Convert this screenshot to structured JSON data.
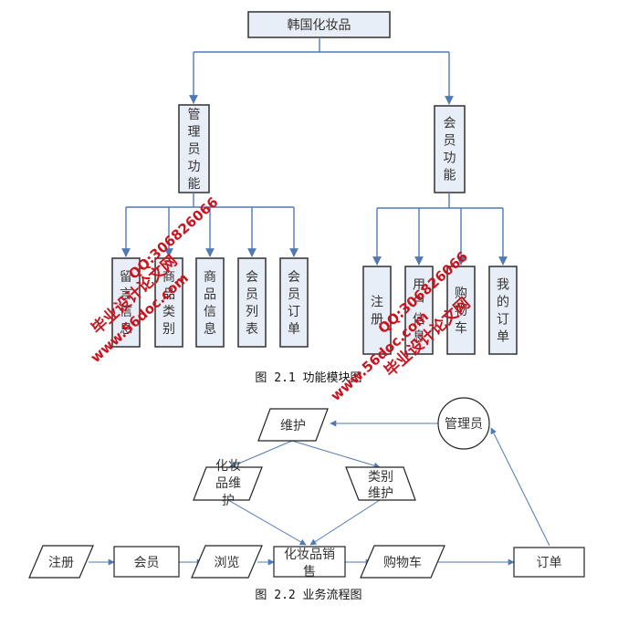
{
  "figure1": {
    "root": "韩国化妆品",
    "branches": [
      {
        "label": "管理员功能",
        "children": [
          "留言信息",
          "商品类别",
          "商品信息",
          "会员列表",
          "会员订单"
        ]
      },
      {
        "label": "会员功能",
        "children": [
          "注册",
          "用户信息",
          "购物车",
          "我的订单"
        ]
      }
    ],
    "caption": "图 2.1  功能模块图"
  },
  "figure2": {
    "nodes": {
      "maintain": "维护",
      "admin": "管理员",
      "product_maintain": "化妆品维护",
      "category_maintain": "类别维护",
      "register": "注册",
      "member": "会员",
      "browse": "浏览",
      "sales": "化妆品销售",
      "cart": "购物车",
      "order": "订单"
    },
    "edges": [
      [
        "admin",
        "maintain"
      ],
      [
        "maintain",
        "product_maintain"
      ],
      [
        "maintain",
        "category_maintain"
      ],
      [
        "product_maintain",
        "sales"
      ],
      [
        "category_maintain",
        "sales"
      ],
      [
        "register",
        "member"
      ],
      [
        "member",
        "browse"
      ],
      [
        "browse",
        "sales"
      ],
      [
        "sales",
        "cart"
      ],
      [
        "cart",
        "order"
      ],
      [
        "order",
        "admin"
      ]
    ],
    "caption": "图 2.2  业务流程图"
  },
  "watermark": {
    "site": "www.56doc.com",
    "name": "毕业设计论文网",
    "qq": "QQ:306826066"
  },
  "colors": {
    "box_fill": "#e8eef7",
    "connector": "#4f7ab3",
    "watermark": "#c8141e"
  }
}
